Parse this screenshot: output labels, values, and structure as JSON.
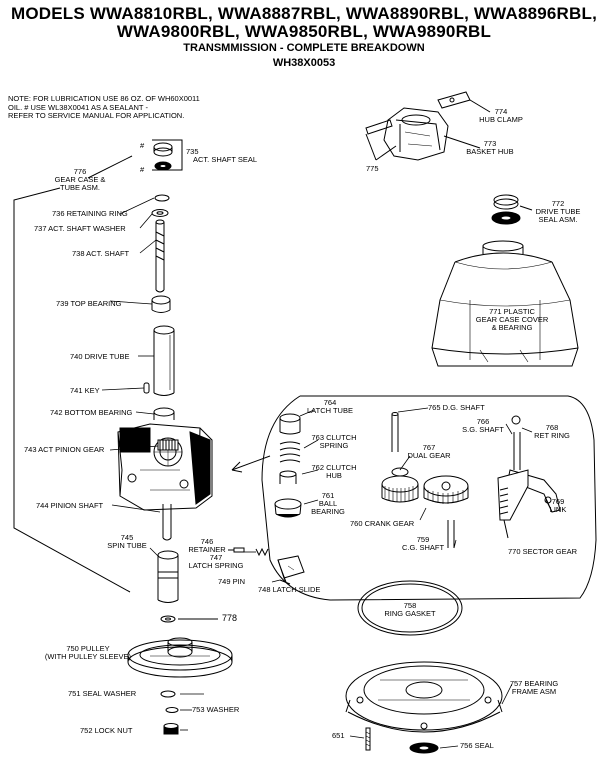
{
  "header": {
    "models_line1": "MODELS WWA8810RBL, WWA8887RBL, WWA8890RBL, WWA8896RBL,",
    "models_line2": "WWA9800RBL, WWA9850RBL, WWA9890RBL",
    "subtitle": "TRANSMMISSION - COMPLETE BREAKDOWN",
    "part_number": "WH38X0053"
  },
  "note": {
    "line1": "NOTE: FOR LUBRICATION USE 86 OZ. OF WH60X0011",
    "line2": "OIL. # USE WL38X0041 AS A SEALANT -",
    "line3": "REFER TO SERVICE MANUAL FOR APPLICATION."
  },
  "parts": {
    "p735": "735",
    "p735_text": "ACT. SHAFT SEAL",
    "hash1": "#",
    "hash2": "#",
    "p776": "776",
    "p776_text1": "GEAR CASE &",
    "p776_text2": "TUBE ASM.",
    "p736": "736 RETAINING RING",
    "p737": "737  ACT. SHAFT WASHER",
    "p738": "738 ACT. SHAFT",
    "p739": "739 TOP BEARING",
    "p740": "740 DRIVE TUBE",
    "p741": "741 KEY",
    "p742": "742 BOTTOM BEARING",
    "p743": "743 ACT  PINION GEAR",
    "p744": "744 PINION SHAFT",
    "p745": "745",
    "p745_text": "SPIN TUBE",
    "p746": "746",
    "p746_text": "RETAINER",
    "p747": "747",
    "p747_text": "LATCH SPRING",
    "p749": "749 PIN",
    "p748": "748 LATCH SLIDE",
    "p778": "778",
    "p750": "750 PULLEY",
    "p750_text": "(WITH PULLEY SLEEVE)",
    "p751": "751 SEAL WASHER",
    "p753": "753 WASHER",
    "p752": "752 LOCK NUT",
    "p774": "774",
    "p774_text": "HUB CLAMP",
    "p773": "773",
    "p773_text": "BASKET HUB",
    "p775": "775",
    "p772": "772",
    "p772_text1": "DRIVE TUBE",
    "p772_text2": "SEAL ASM.",
    "p771": "771 PLASTIC",
    "p771_text1": "GEAR CASE COVER",
    "p771_text2": "& BEARING",
    "p764": "764",
    "p764_text": "LATCH TUBE",
    "p763": "763 CLUTCH",
    "p763_text": "SPRING",
    "p762": "762 CLUTCH",
    "p762_text": "HUB",
    "p761": "761",
    "p761_text1": "BALL",
    "p761_text2": "BEARING",
    "p765": "765 D.G. SHAFT",
    "p766": "766",
    "p766_text": "S.G. SHAFT",
    "p767": "767",
    "p767_text": "DUAL GEAR",
    "p768": "768",
    "p768_text": "RET RING",
    "p769": "769",
    "p769_text": "LINK",
    "p760": "760 CRANK GEAR",
    "p759": "759",
    "p759_text": "C.G. SHAFT",
    "p770": "770 SECTOR GEAR",
    "p758": "758",
    "p758_text": "RING GASKET",
    "p757": "757 BEARING",
    "p757_text": "FRAME ASM",
    "p651": "651",
    "p756": "756 SEAL"
  }
}
